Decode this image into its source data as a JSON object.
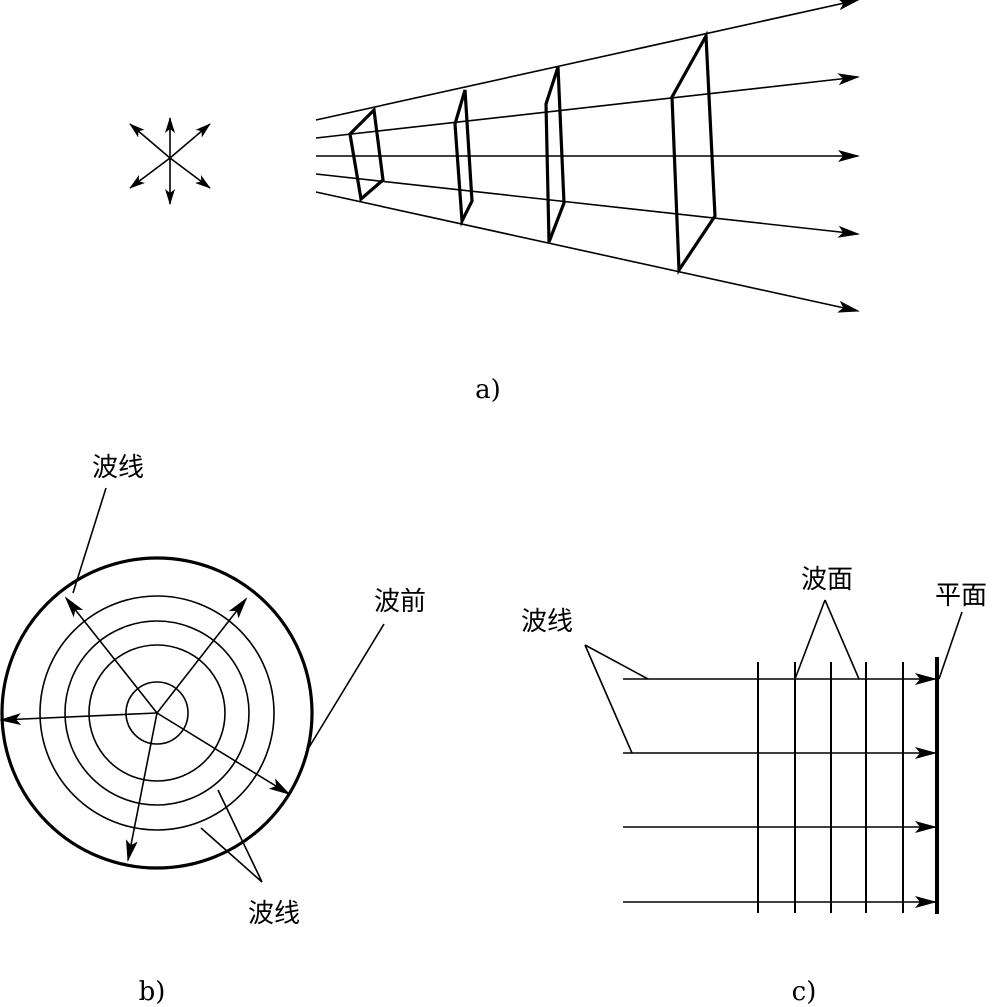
{
  "panel_a": {
    "caption": "a)"
  },
  "panel_b": {
    "caption": "b)",
    "label_rays_top": "波线",
    "label_wavefront": "波前",
    "label_rays_bottom": "波线"
  },
  "panel_c": {
    "caption": "c)",
    "label_rays": "波线",
    "label_wave_surfaces": "波面",
    "label_plane": "平面"
  }
}
